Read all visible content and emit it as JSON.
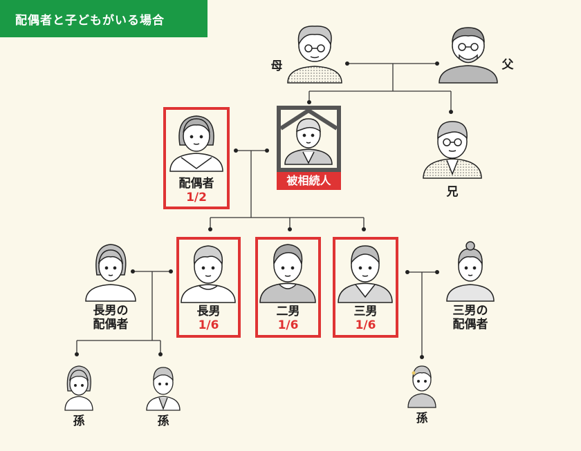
{
  "banner": {
    "title": "配偶者と子どもがいる場合"
  },
  "people": {
    "mother": {
      "label": "母"
    },
    "father": {
      "label": "父"
    },
    "spouse": {
      "label": "配偶者",
      "share": "1/2"
    },
    "deceased": {
      "label": "被相続人"
    },
    "brother": {
      "label": "兄"
    },
    "eldest_son": {
      "label": "長男",
      "share": "1/6"
    },
    "second_son": {
      "label": "二男",
      "share": "1/6"
    },
    "third_son": {
      "label": "三男",
      "share": "1/6"
    },
    "eldest_son_spouse": {
      "line1": "長男の",
      "line2": "配偶者"
    },
    "third_son_spouse": {
      "line1": "三男の",
      "line2": "配偶者"
    },
    "grandchild_1": {
      "label": "孫"
    },
    "grandchild_2": {
      "label": "孫"
    },
    "grandchild_3": {
      "label": "孫"
    }
  },
  "colors": {
    "background": "#fbf8ea",
    "banner": "#1a9a45",
    "heir_border": "#df3434",
    "deceased_frame": "#555555",
    "line": "#333333"
  }
}
